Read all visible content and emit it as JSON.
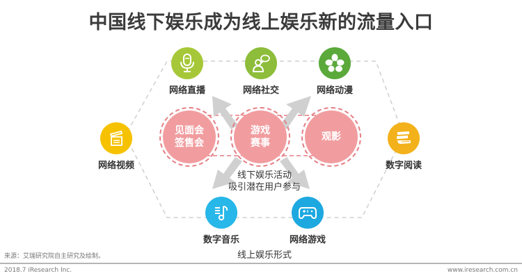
{
  "title": "中国线下娱乐成为线上娱乐新的流量入口",
  "online_forms": [
    {
      "label": "网络直播",
      "icon": "microphone-icon",
      "color": "#a6c838"
    },
    {
      "label": "网络社交",
      "icon": "chat-user-icon",
      "color": "#8dbd3a"
    },
    {
      "label": "网络动漫",
      "icon": "flower-icon",
      "color": "#5aa93a"
    },
    {
      "label": "网络视频",
      "icon": "clapperboard-icon",
      "color": "#f6c200"
    },
    {
      "label": "数字阅读",
      "icon": "books-icon",
      "color": "#f3b21b"
    },
    {
      "label": "数字音乐",
      "icon": "music-note-icon",
      "color": "#27b7e8"
    },
    {
      "label": "网络游戏",
      "icon": "gamepad-icon",
      "color": "#1ea8e0"
    }
  ],
  "offline_activities": [
    {
      "line1": "见面会",
      "line2": "签售会"
    },
    {
      "line1": "游戏",
      "line2": "赛事"
    },
    {
      "line1": "观影",
      "line2": ""
    }
  ],
  "center_caption": {
    "line1": "线下娱乐活动",
    "line2": "吸引潜在用户参与"
  },
  "bottom_label": "线上娱乐形式",
  "source": "来源：艾瑞研究院自主研究及绘制。",
  "footer": {
    "left": "2018.7 iResearch Inc.",
    "right": "www.iresearch.com.cn"
  },
  "colors": {
    "offline_fill": "#f19da0",
    "offline_dash": "#e47d83",
    "arrow": "#d0d0d0",
    "hex_dash": "#cfcfcf"
  }
}
